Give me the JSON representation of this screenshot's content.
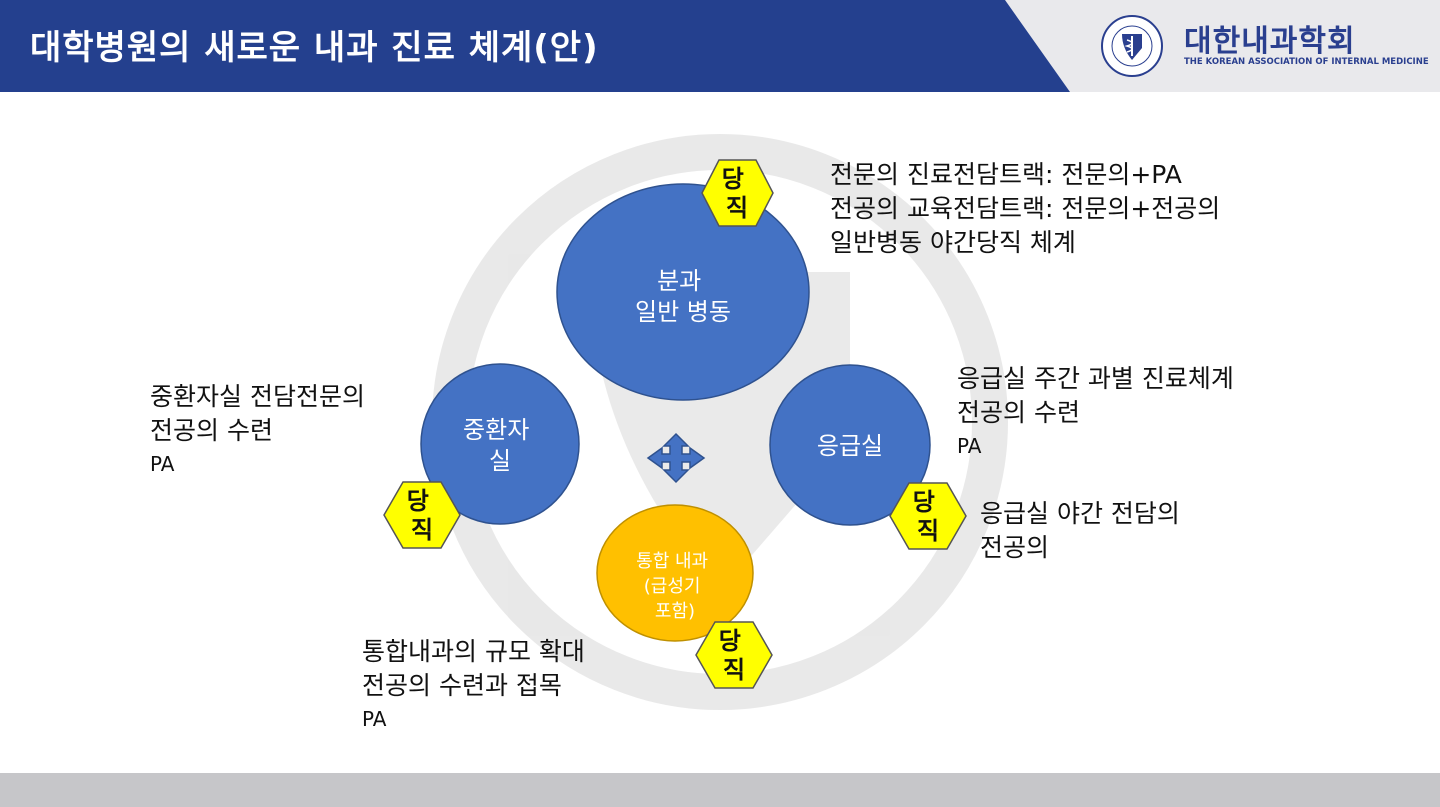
{
  "header": {
    "title": "대학병원의 새로운 내과 진료 체계(안)",
    "logo": {
      "name_ko": "대한내과학회",
      "name_en": "THE KOREAN ASSOCIATION OF INTERNAL MEDICINE",
      "icon": "association-seal-icon"
    }
  },
  "colors": {
    "header_blue": "#24408e",
    "node_blue": "#4472c4",
    "node_orange": "#ffc000",
    "badge_yellow": "#ffff00"
  },
  "nodes": {
    "ward": {
      "label": "분과\n일반 병동"
    },
    "icu": {
      "label": "중환자\n실"
    },
    "er": {
      "label": "응급실"
    },
    "integrated": {
      "label": "통합 내과\n(급성기\n포함)"
    }
  },
  "badge_label": "당\n직",
  "center_icon": "four-way-arrow-icon",
  "captions": {
    "ward": {
      "line1": "전문의 진료전담트랙: 전문의+PA",
      "line2": "전공의 교육전담트랙: 전문의+전공의",
      "line3": "일반병동 야간당직 체계"
    },
    "icu": {
      "line1": "중환자실 전담전문의",
      "line2": "전공의 수련",
      "line3": "PA"
    },
    "er_day": {
      "line1": "응급실 주간 과별 진료체계",
      "line2": "전공의 수련",
      "line3": "PA"
    },
    "er_night": {
      "line1": "응급실 야간 전담의",
      "line2": "전공의"
    },
    "integrated": {
      "line1": "통합내과의 규모 확대",
      "line2": "전공의 수련과 접목",
      "line3": "PA"
    }
  }
}
